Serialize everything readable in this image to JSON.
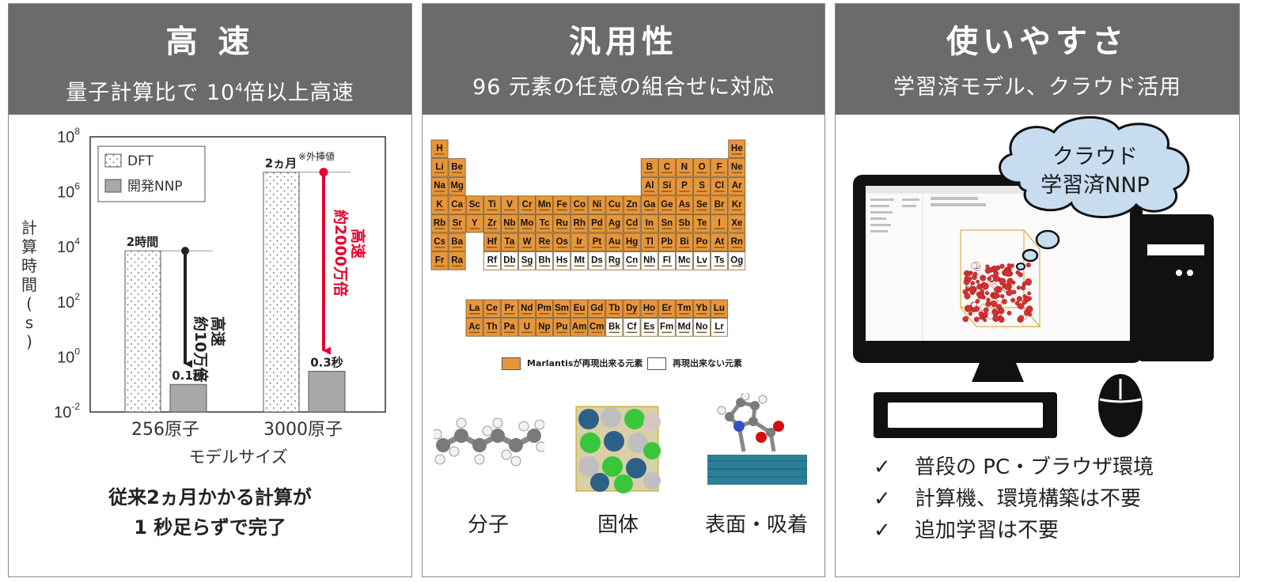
{
  "panel1": {
    "title": "高 速",
    "subtitle_pre": "量子計算比で 10",
    "subtitle_sup": "4",
    "subtitle_post": "倍以上高速",
    "caption_line1": "従来2ヵ月かかる計算が",
    "caption_line2": "1 秒足らずで完了"
  },
  "panel2": {
    "title": "汎用性",
    "subtitle": "96 元素の任意の組合せに対応",
    "legend_supported": "Marlantisが再現出来る元素",
    "legend_unsupported": "再現出来ない元素",
    "samples": [
      "分子",
      "固体",
      "表面・吸着"
    ]
  },
  "panel3": {
    "title": "使いやすさ",
    "subtitle": "学習済モデル、クラウド活用",
    "cloud_line1": "クラウド",
    "cloud_line2": "学習済NNP",
    "checkmark": "✓",
    "checks": [
      "普段の PC・ブラウザ環境",
      "計算機、環境構築は不要",
      "追加学習は不要"
    ]
  },
  "colors": {
    "header_bg": "#6b6b6b",
    "supported_element": "#e8963a",
    "unsupported_element": "#ffffff",
    "arrow_black": "#222222",
    "arrow_red": "#e6002d",
    "nnp_bar": "#a8a8a8",
    "cloud": "#c7dcef"
  },
  "chart_data": {
    "type": "bar",
    "ylabel": "計算時間(s)",
    "xlabel": "モデルサイズ",
    "yscale": "log",
    "ylim": [
      0.01,
      100000000
    ],
    "ytick_labels": [
      {
        "base": "10",
        "exp": "8",
        "value": 100000000
      },
      {
        "base": "10",
        "exp": "6",
        "value": 1000000
      },
      {
        "base": "10",
        "exp": "4",
        "value": 10000
      },
      {
        "base": "10",
        "exp": "2",
        "value": 100
      },
      {
        "base": "10",
        "exp": "0",
        "value": 1
      },
      {
        "base": "10",
        "exp": "-2",
        "value": 0.01
      }
    ],
    "categories": [
      "256原子",
      "3000原子"
    ],
    "series": [
      {
        "name": "DFT",
        "values": [
          7200,
          5184000
        ],
        "value_labels": [
          "2時間",
          "2ヵ月"
        ]
      },
      {
        "name": "開発NNP",
        "values": [
          0.1,
          0.3
        ],
        "value_labels": [
          "0.1秒",
          "0.3秒"
        ]
      }
    ],
    "annotations": {
      "extrapolated": "※外挿値",
      "speedup1_line1": "約10万倍",
      "speedup1_line2": "高速",
      "speedup2_line1": "約2000万倍",
      "speedup2_line2": "高速"
    },
    "legend_position": "top-left",
    "grid": false
  },
  "periodic_table": {
    "main": [
      [
        "H",
        "",
        "",
        "",
        "",
        "",
        "",
        "",
        "",
        "",
        "",
        "",
        "",
        "",
        "",
        "",
        "",
        "He"
      ],
      [
        "Li",
        "Be",
        "",
        "",
        "",
        "",
        "",
        "",
        "",
        "",
        "",
        "",
        "B",
        "C",
        "N",
        "O",
        "F",
        "Ne"
      ],
      [
        "Na",
        "Mg",
        "",
        "",
        "",
        "",
        "",
        "",
        "",
        "",
        "",
        "",
        "Al",
        "Si",
        "P",
        "S",
        "Cl",
        "Ar"
      ],
      [
        "K",
        "Ca",
        "Sc",
        "Ti",
        "V",
        "Cr",
        "Mn",
        "Fe",
        "Co",
        "Ni",
        "Cu",
        "Zn",
        "Ga",
        "Ge",
        "As",
        "Se",
        "Br",
        "Kr"
      ],
      [
        "Rb",
        "Sr",
        "Y",
        "Zr",
        "Nb",
        "Mo",
        "Tc",
        "Ru",
        "Rh",
        "Pd",
        "Ag",
        "Cd",
        "In",
        "Sn",
        "Sb",
        "Te",
        "I",
        "Xe"
      ],
      [
        "Cs",
        "Ba",
        "",
        "Hf",
        "Ta",
        "W",
        "Re",
        "Os",
        "Ir",
        "Pt",
        "Au",
        "Hg",
        "Tl",
        "Pb",
        "Bi",
        "Po",
        "At",
        "Rn"
      ],
      [
        "Fr",
        "Ra",
        "",
        "Rf",
        "Db",
        "Sg",
        "Bh",
        "Hs",
        "Mt",
        "Ds",
        "Rg",
        "Cn",
        "Nh",
        "Fl",
        "Mc",
        "Lv",
        "Ts",
        "Og"
      ]
    ],
    "lanthanides": [
      "La",
      "Ce",
      "Pr",
      "Nd",
      "Pm",
      "Sm",
      "Eu",
      "Gd",
      "Tb",
      "Dy",
      "Ho",
      "Er",
      "Tm",
      "Yb",
      "Lu"
    ],
    "actinides": [
      "Ac",
      "Th",
      "Pa",
      "U",
      "Np",
      "Pu",
      "Am",
      "Cm",
      "Bk",
      "Cf",
      "Es",
      "Fm",
      "Md",
      "No",
      "Lr"
    ],
    "unsupported": [
      "Rf",
      "Db",
      "Sg",
      "Bh",
      "Hs",
      "Mt",
      "Ds",
      "Rg",
      "Cn",
      "Nh",
      "Fl",
      "Mc",
      "Lv",
      "Ts",
      "Og",
      "Bk",
      "Cf",
      "Es",
      "Fm",
      "Md",
      "No",
      "Lr"
    ]
  }
}
